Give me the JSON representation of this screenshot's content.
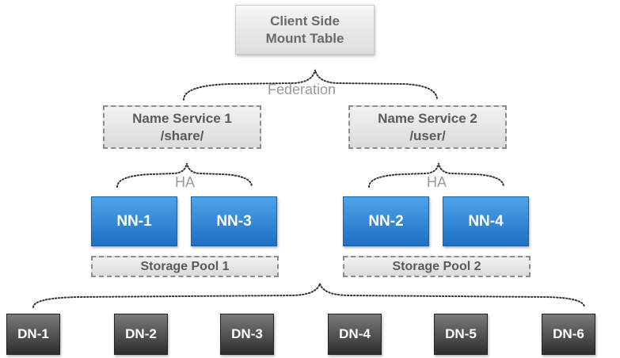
{
  "mount_table": {
    "line1": "Client Side",
    "line2": "Mount Table"
  },
  "federation_label": "Federation",
  "name_services": [
    {
      "line1": "Name Service 1",
      "line2": "/share/"
    },
    {
      "line1": "Name Service 2",
      "line2": "/user/"
    }
  ],
  "ha_labels": [
    "HA",
    "HA"
  ],
  "namenodes": [
    "NN-1",
    "NN-3",
    "NN-2",
    "NN-4"
  ],
  "storage_pools": [
    "Storage Pool 1",
    "Storage Pool 2"
  ],
  "datanodes": [
    "DN-1",
    "DN-2",
    "DN-3",
    "DN-4",
    "DN-5",
    "DN-6"
  ],
  "colors": {
    "namenode": "#1c6fc4",
    "datanode": "#3a3a3a",
    "dashed_box": "#8c8c8c"
  }
}
